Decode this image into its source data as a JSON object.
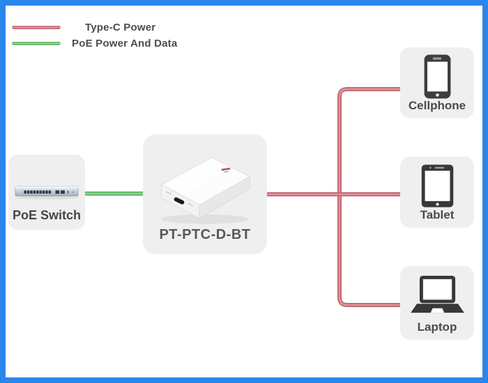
{
  "frame": {
    "border_color": "#2b85ea",
    "background": "#ffffff"
  },
  "legend": {
    "items": [
      {
        "id": "type-c-power",
        "label": "Type-C Power",
        "color": "#c76f78",
        "swatch": "red-line"
      },
      {
        "id": "poe-power-data",
        "label": "PoE Power And Data",
        "color": "#6abf6e",
        "swatch": "green-line"
      }
    ]
  },
  "nodes": {
    "poe_switch": {
      "label": "PoE Switch",
      "icon": "poe-switch-icon"
    },
    "converter": {
      "label": "PT-PTC-D-BT",
      "icon": "poe-to-type-c-adapter-icon"
    },
    "endpoints": [
      {
        "id": "cellphone",
        "label": "Cellphone",
        "icon": "cellphone-icon"
      },
      {
        "id": "tablet",
        "label": "Tablet",
        "icon": "tablet-icon"
      },
      {
        "id": "laptop",
        "label": "Laptop",
        "icon": "laptop-icon"
      }
    ]
  },
  "connections": [
    {
      "from": "poe_switch",
      "to": "converter",
      "type": "PoE Power And Data",
      "color": "#6abf6e"
    },
    {
      "from": "converter",
      "to": "cellphone",
      "type": "Type-C Power",
      "color": "#c76f78"
    },
    {
      "from": "converter",
      "to": "tablet",
      "type": "Type-C Power",
      "color": "#c76f78"
    },
    {
      "from": "converter",
      "to": "laptop",
      "type": "Type-C Power",
      "color": "#c76f78"
    }
  ]
}
